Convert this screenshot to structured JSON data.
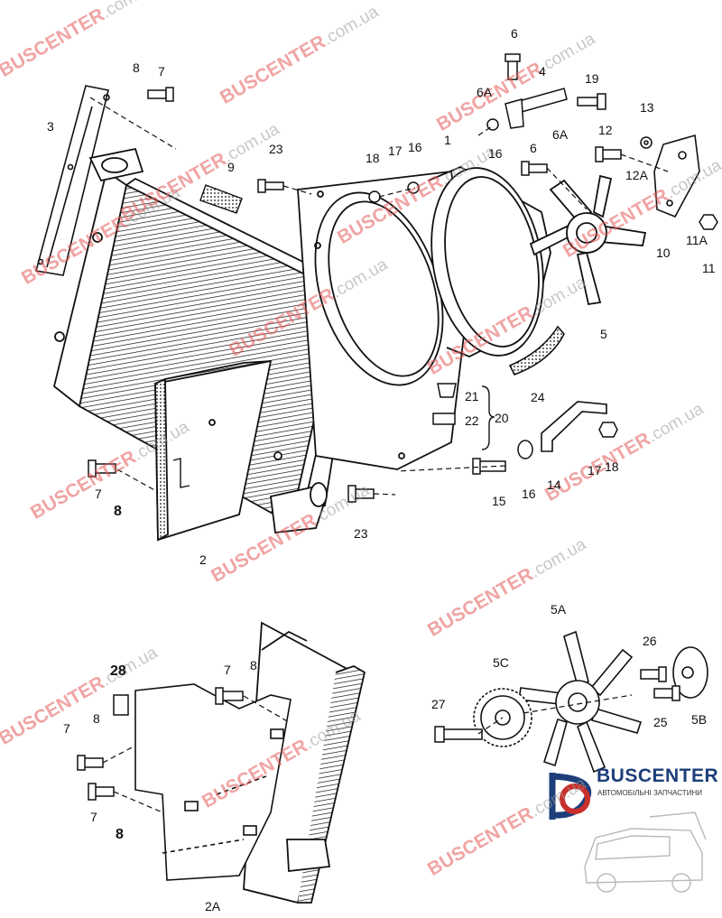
{
  "watermark": {
    "brand": "BUSCENTER",
    "domain": ".com.ua"
  },
  "logo": {
    "name": "BUSCENTER",
    "subtitle": "АВТОМОБІЛЬНІ ЗАПЧАСТИНИ"
  },
  "part_labels": {
    "p1": "1",
    "p2": "2",
    "p2A": "2A",
    "p3": "3",
    "p4": "4",
    "p5": "5",
    "p5A": "5A",
    "p5B": "5B",
    "p5C": "5C",
    "p6": "6",
    "p6A": "6A",
    "p7": "7",
    "p8": "8",
    "p9": "9",
    "p10": "10",
    "p11": "11",
    "p11A": "11A",
    "p12": "12",
    "p12A": "12A",
    "p13": "13",
    "p14": "14",
    "p15": "15",
    "p16": "16",
    "p17": "17",
    "p18": "18",
    "p19": "19",
    "p20": "20",
    "p21": "21",
    "p22": "22",
    "p23": "23",
    "p24": "24",
    "p25": "25",
    "p26": "26",
    "p27": "27",
    "p28": "28"
  }
}
